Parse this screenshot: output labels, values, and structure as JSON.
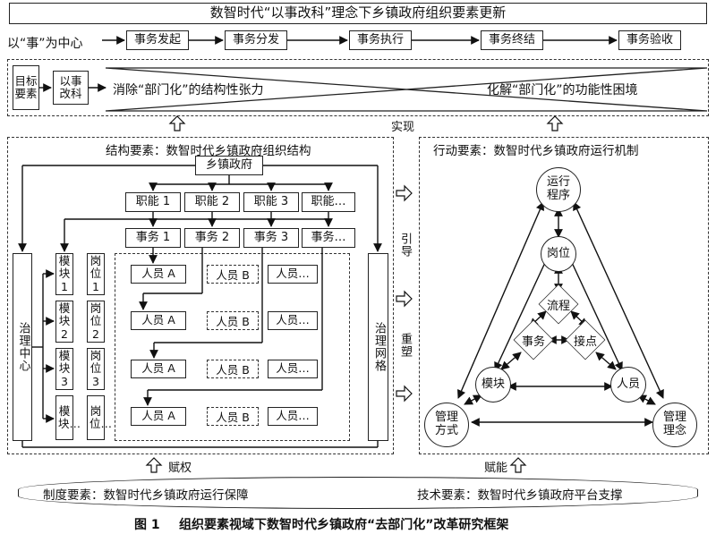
{
  "title": "数智时代“以事改科”理念下乡镇政府组织要素更新",
  "process": {
    "label": "以“事”为中心",
    "steps": [
      "事务发起",
      "事务分发",
      "事务执行",
      "事务终结",
      "事务验收"
    ]
  },
  "goal": {
    "side_label": "目标要素",
    "concept": "以事改科",
    "left_text": "消除“部门化”的结构性张力",
    "right_text": "化解“部门化”的功能性困境"
  },
  "arrow_labels": {
    "realize": "实现",
    "guide": "引导",
    "reshape": "重塑",
    "empower_rights": "赋权",
    "empower_ability": "赋能"
  },
  "structure": {
    "heading": "结构要素：数智时代乡镇政府组织结构",
    "top": "乡镇政府",
    "functions": [
      "职能 1",
      "职能 2",
      "职能 3",
      "职能…"
    ],
    "affairs": [
      "事务 1",
      "事务 2",
      "事务 3",
      "事务…"
    ],
    "left_column": "治理中心",
    "right_column": "治理网格",
    "modules": [
      "模块1",
      "模块2",
      "模块3",
      "模块…"
    ],
    "posts": [
      "岗位1",
      "岗位2",
      "岗位3",
      "岗位…"
    ],
    "persons": {
      "a": "人员 A",
      "b": "人员 B",
      "etc": "人员…"
    }
  },
  "action": {
    "heading": "行动要素：数智时代乡镇政府运行机制",
    "nodes": {
      "procedure": "运行程序",
      "post": "岗位",
      "flow": "流程",
      "affair": "事务",
      "contact": "接点",
      "module": "模块",
      "person": "人员",
      "method": "管理方式",
      "concept": "管理理念"
    }
  },
  "base": {
    "left": "制度要素：数智时代乡镇政府运行保障",
    "right": "技术要素：数智时代乡镇政府平台支撑"
  },
  "caption": {
    "number": "图 1",
    "text": "组织要素视域下数智时代乡镇政府“去部门化”改革研究框架"
  }
}
